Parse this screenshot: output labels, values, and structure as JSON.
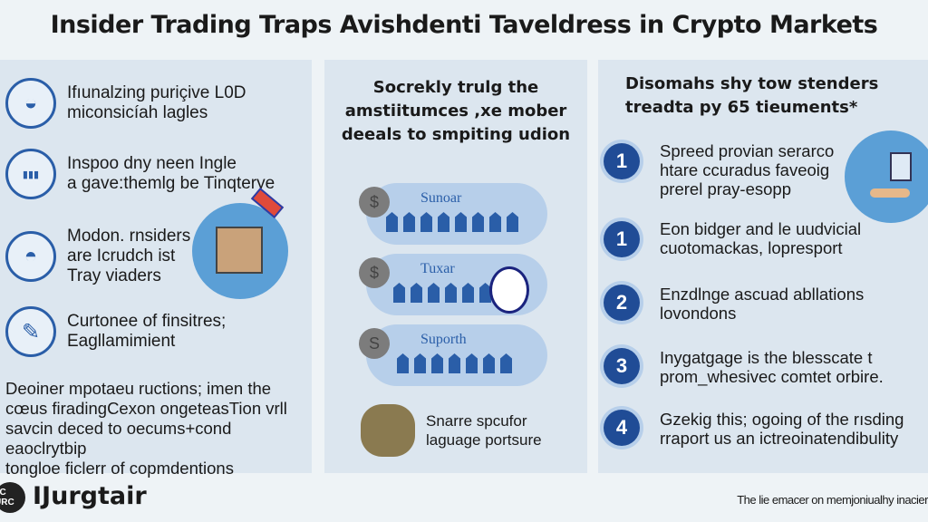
{
  "title": "Insider Trading Traps Avishdenti Taveldress in Crypto Markets",
  "left": {
    "items": [
      {
        "icon": "bowl-icon",
        "glyph": "◒",
        "text": [
          "Ifıunalzing puriçive L0D",
          "miconsicíah lagles"
        ]
      },
      {
        "icon": "audio-wave-icon",
        "glyph": "▮▮▮",
        "text": [
          "Inspoo dny neen Ingle",
          "a gave:themlg be Tinqterye"
        ]
      },
      {
        "icon": "dish-icon",
        "glyph": "◓",
        "text": [
          "Modon. rnsiders",
          "are Icrudch ist",
          "Tray viaders"
        ]
      },
      {
        "icon": "pen-icon",
        "glyph": "✎",
        "text": [
          "Curtonee of finsitres;",
          "Eagllamimient"
        ]
      }
    ],
    "paragraph": [
      "Deoiner mpotaeu ructions; imen the",
      "cœus firadingCexon ongeteasTion vrll",
      "savcin deced to oecums+cond eaoclrytbip",
      "tongloe ficlerr of copmdentions"
    ]
  },
  "middle": {
    "heading": [
      "Socrekly trulg the",
      "amstiitumces ,xe mober",
      "deeals to smpiting udion"
    ],
    "pills": [
      {
        "coin": "$",
        "label": "Sunoar"
      },
      {
        "coin": "$",
        "label": "Tuxar"
      },
      {
        "coin": "S",
        "label": "Suporth"
      }
    ],
    "caption": [
      "Snarre spcufor",
      "laguage portsure"
    ]
  },
  "right": {
    "heading": [
      "Disomahs shy tow stenders",
      "treadta py 65 tieuments*"
    ],
    "steps": [
      {
        "num": "1",
        "text": [
          "Spreed provian serarco",
          "htare ccuradus faveoig",
          "prerel pray-esopp"
        ]
      },
      {
        "num": "1",
        "text": [
          "Eon bidger and le uudvicial",
          "cuotomackas, lopresport"
        ]
      },
      {
        "num": "2",
        "text": [
          "Enzdlnge ascuad abllations",
          "lovondons"
        ]
      },
      {
        "num": "3",
        "text": [
          "Inygatgage is the blesscate t",
          "prom_whesivec comtet orbire."
        ]
      },
      {
        "num": "4",
        "text": [
          "Gzekig this; ogoing of the rısding",
          "rraport us an ictreoinatendibulity"
        ]
      }
    ]
  },
  "footer": {
    "logo_text": "JC URC",
    "brand": "Ĳurgtair",
    "tagline": "The lie emacer on memjoniualhy inacier"
  },
  "colors": {
    "accent": "#2a5ea8",
    "panel": "#dce6ef",
    "background": "#eef3f6"
  }
}
